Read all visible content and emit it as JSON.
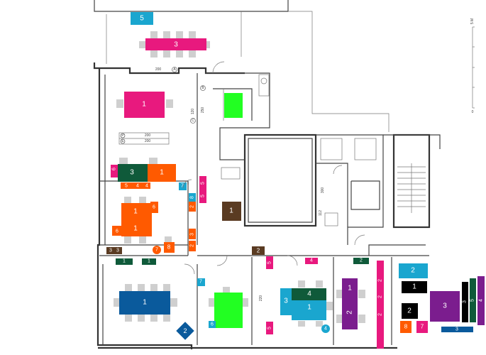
{
  "colors": {
    "magenta": "#e8197e",
    "orange": "#ff5a00",
    "dark_green": "#0f5a3a",
    "brown": "#5a3b22",
    "blue": "#0a5a9c",
    "cyan": "#1aa6cf",
    "green": "#22ff22",
    "purple": "#7b1d8e",
    "black": "#000000",
    "pink": "#e8197e",
    "gray_chair": "#cfcfcf"
  },
  "scale_bar": {
    "label": "5 M",
    "zero": "0"
  },
  "dimensions": {
    "d200_top": "200",
    "d_a": "A",
    "d120": "120",
    "d250": "250",
    "d_b": "B",
    "d_c": "C",
    "d200_a": "200",
    "d200_b": "200",
    "d_p": "P",
    "d_e": "E",
    "d300": "300",
    "d112": "112",
    "d220": "220"
  },
  "labels": {
    "top_5": "5",
    "top_3": "3",
    "room1_1": "1",
    "dg_3": "3",
    "or_1": "1",
    "side_6": "6",
    "row_5": "5",
    "row_4a": "4",
    "row_4b": "4",
    "cy_7": "7",
    "mag_5a": "5",
    "mag_5b": "5",
    "cy_8": "8",
    "or_2": "2",
    "or_3": "3",
    "or_2b": "2",
    "brown_1": "1",
    "big_or_1": "1",
    "big_or_1b": "1",
    "big_or_6a": "6",
    "big_or_6b": "6",
    "circle_7": "7",
    "or_8": "8",
    "br_3a": "3",
    "br_3b": "3",
    "br_2": "2",
    "dg_1a": "1",
    "dg_1b": "1",
    "cy_7b": "7",
    "blue_1": "1",
    "blue_2": "2",
    "green_6": "6",
    "mag_5c": "5",
    "mag_5d": "5",
    "mag_4": "4",
    "dg_2": "2",
    "cy_3": "3",
    "cy_1": "1",
    "dg_4": "4",
    "circle_4": "4",
    "pur_1": "1",
    "pur_2": "2",
    "mag_2a": "2",
    "mag_2b": "2",
    "mag_2c": "2",
    "leg_2": "2",
    "leg_1": "1",
    "leg_2b": "2",
    "leg_3": "3",
    "leg_8": "8",
    "leg_7": "7",
    "leg_3b": "3",
    "leg_3c": "3",
    "leg_5": "5",
    "leg_4": "4"
  }
}
